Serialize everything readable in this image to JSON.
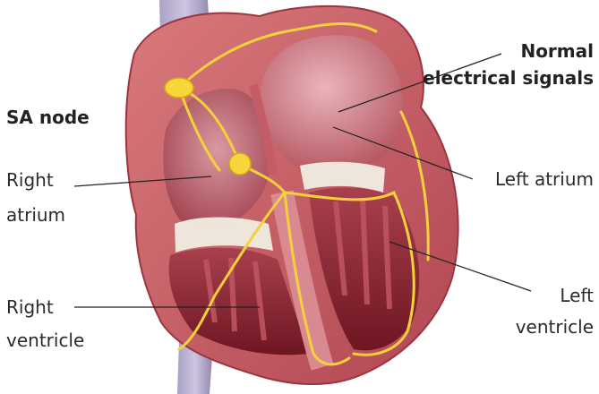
{
  "labels": {
    "sa_node": "SA node",
    "normal_line1": "Normal",
    "normal_line2": "electrical signals",
    "right_atrium_1": "Right",
    "right_atrium_2": "atrium",
    "left_atrium": "Left atrium",
    "right_ventricle_1": "Right",
    "right_ventricle_2": "ventricle",
    "left_ventricle_1": "Left",
    "left_ventricle_2": "ventricle"
  },
  "colors": {
    "muscle": "#c9585c",
    "muscle_dark": "#8f2230",
    "chamber": "#b8616b",
    "chamber_light": "#e8b8bd",
    "valve": "#f2efe4",
    "conduction": "#f5d23a",
    "vessel": "#9a90b8",
    "leader": "#222222"
  }
}
